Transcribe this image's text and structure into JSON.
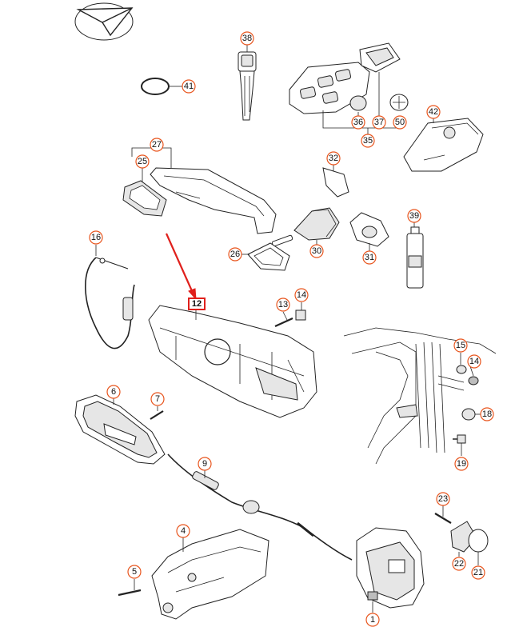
{
  "diagram": {
    "callouts": [
      {
        "id": "38",
        "label": "38"
      },
      {
        "id": "41",
        "label": "41"
      },
      {
        "id": "36",
        "label": "36"
      },
      {
        "id": "37",
        "label": "37"
      },
      {
        "id": "50",
        "label": "50"
      },
      {
        "id": "35",
        "label": "35"
      },
      {
        "id": "42",
        "label": "42"
      },
      {
        "id": "27",
        "label": "27"
      },
      {
        "id": "25",
        "label": "25"
      },
      {
        "id": "32",
        "label": "32"
      },
      {
        "id": "39",
        "label": "39"
      },
      {
        "id": "16",
        "label": "16"
      },
      {
        "id": "26",
        "label": "26"
      },
      {
        "id": "30",
        "label": "30"
      },
      {
        "id": "31",
        "label": "31"
      },
      {
        "id": "13",
        "label": "13"
      },
      {
        "id": "14a",
        "label": "14"
      },
      {
        "id": "15",
        "label": "15"
      },
      {
        "id": "14b",
        "label": "14"
      },
      {
        "id": "6",
        "label": "6"
      },
      {
        "id": "7",
        "label": "7"
      },
      {
        "id": "18",
        "label": "18"
      },
      {
        "id": "19",
        "label": "19"
      },
      {
        "id": "9",
        "label": "9"
      },
      {
        "id": "23",
        "label": "23"
      },
      {
        "id": "4",
        "label": "4"
      },
      {
        "id": "22",
        "label": "22"
      },
      {
        "id": "21",
        "label": "21"
      },
      {
        "id": "5",
        "label": "5"
      },
      {
        "id": "1",
        "label": "1"
      }
    ],
    "highlight": {
      "label": "12",
      "color": "#e0201c"
    },
    "callout_color": "#e8541c"
  }
}
